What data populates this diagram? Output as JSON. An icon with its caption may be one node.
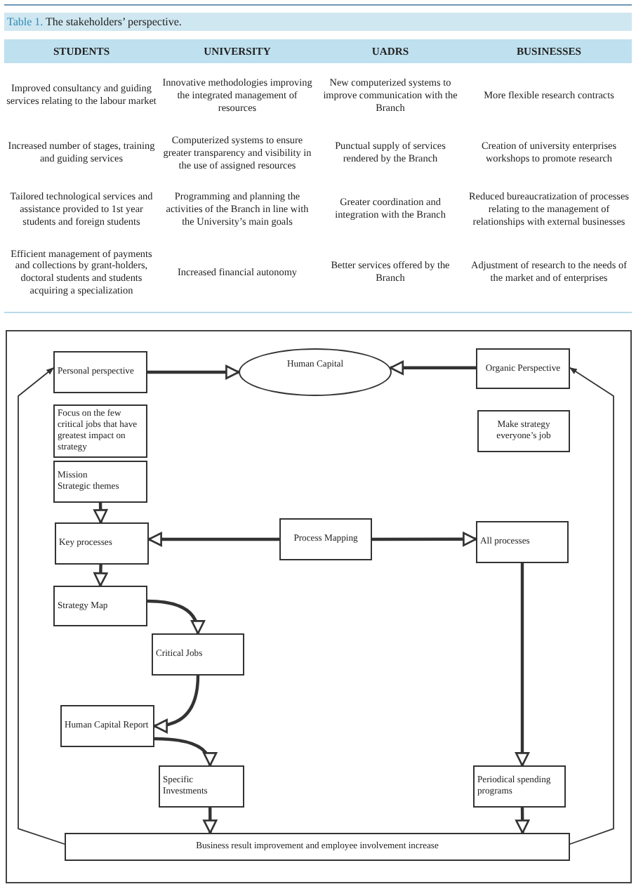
{
  "diagram": {
    "title": "**Table 1.** The stakeholders’ perspective.",
    "nodes": [
      {
        "text": [
          "Personal perspective"
        ]
      },
      {
        "text": [
          "Human Capital"
        ]
      },
      {
        "text": [
          "Organic Perspective"
        ]
      },
      {
        "text": [
          "Focus on the few critical jobs that have greatest impact on strategy"
        ]
      },
      {
        "text": [
          "Mission",
          "Strategic themes"
        ]
      },
      {
        "text": [
          "Make strategy everyone’s job"
        ]
      },
      {
        "text": [
          "Key processes"
        ]
      },
      {
        "text": [
          "Process Mapping"
        ]
      },
      {
        "text": [
          "All processes"
        ]
      },
      {
        "text": [
          "Strategy Map"
        ]
      },
      {
        "text": [
          "Critical Jobs"
        ]
      },
      {
        "text": [
          "Human Capital Report"
        ]
      },
      {
        "text": [
          "Specific Investments"
        ]
      },
      {
        "text": [
          "Periodical spending programs"
        ]
      },
      {
        "text": [
          "Business result improvement and employee involvement increase"
        ]
      }
    ],
    "edges": [
      {
        "from": 0,
        "to": 1,
        "arrow": "to"
      },
      {
        "from": 2,
        "to": 1,
        "arrow": "to"
      },
      {
        "from": 4,
        "to": 6,
        "arrow": "to"
      },
      {
        "from": 6,
        "to": 9,
        "arrow": "to"
      },
      {
        "from": 7,
        "to": 6,
        "arrow": "to"
      },
      {
        "from": 7,
        "to": 8,
        "arrow": "to"
      },
      {
        "from": 9,
        "to": 10,
        "arrow": "to"
      },
      {
        "from": 10,
        "to": 11,
        "arrow": "to"
      },
      {
        "from": 11,
        "to": 12,
        "arrow": "to"
      },
      {
        "from": 8,
        "to": 13,
        "arrow": "to"
      },
      {
        "from": 12,
        "to": 14,
        "arrow": "to"
      },
      {
        "from": 13,
        "to": 14,
        "arrow": "to"
      },
      {
        "from": 14,
        "to": 0,
        "arrow": "to"
      },
      {
        "from": 14,
        "to": 2,
        "arrow": "to"
      }
    ],
    "labels": [
      "STUDENTS",
      "UNIVERSITY",
      "UADRS",
      "BUSINESSES",
      "Improved consultancy and guiding services relating to the labour market",
      "Innovative methodologies improving the integrated management of resources",
      "New computerized systems to improve communication with the Branch",
      "More flexible research contracts",
      "Increased number of stages, training and guiding services",
      "Computerized systems to ensure greater transparency and visibility in the use of assigned resources",
      "Punctual supply of services rendered by the Branch",
      "Creation of university enterprises workshops to promote research",
      "Tailored technological services and assistance provided to 1st year students and foreign students",
      "Programming and planning the activities of the Branch in line with the University’s main goals",
      "Greater coordination and integration with the Branch",
      "Reduced bureaucratization of processes relating to the management of relationships with external businesses",
      "Efficient management of payments and collections by grant-holders, doctoral students and students acquiring a specialization",
      "Increased financial autonomy",
      "Better services offered by the Branch",
      "Adjustment of research to the needs of the market and of enterprises"
    ]
  }
}
